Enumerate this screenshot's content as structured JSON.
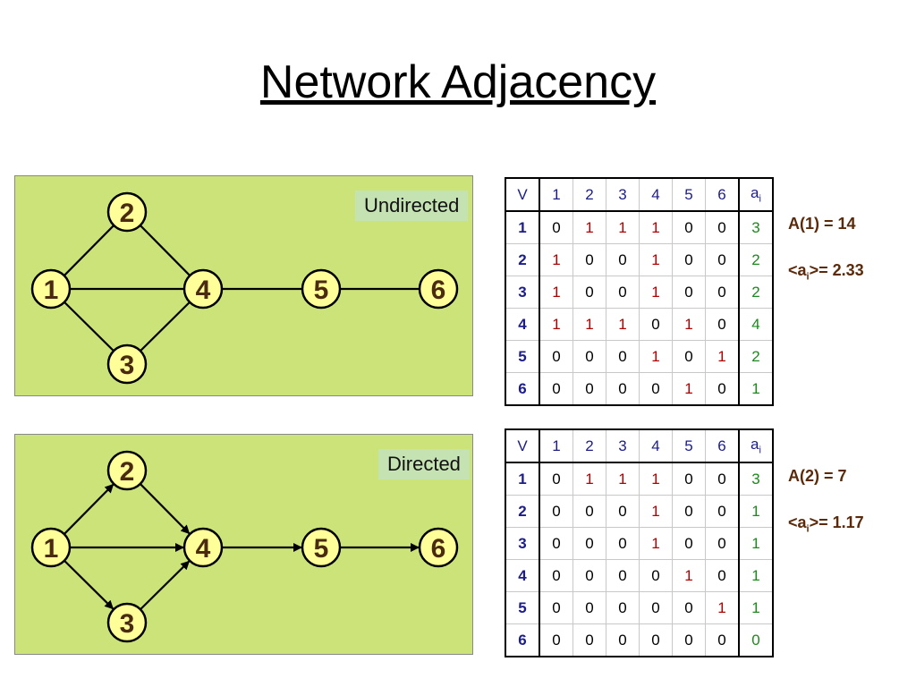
{
  "title": "Network Adjacency",
  "panels": {
    "undirected": {
      "label": "Undirected"
    },
    "directed": {
      "label": "Directed"
    }
  },
  "nodes": [
    "1",
    "2",
    "3",
    "4",
    "5",
    "6"
  ],
  "edges_undirected": [
    [
      "1",
      "2"
    ],
    [
      "1",
      "3"
    ],
    [
      "1",
      "4"
    ],
    [
      "2",
      "4"
    ],
    [
      "3",
      "4"
    ],
    [
      "4",
      "5"
    ],
    [
      "5",
      "6"
    ]
  ],
  "edges_directed": [
    [
      "1",
      "2"
    ],
    [
      "1",
      "3"
    ],
    [
      "1",
      "4"
    ],
    [
      "2",
      "4"
    ],
    [
      "3",
      "4"
    ],
    [
      "4",
      "5"
    ],
    [
      "5",
      "6"
    ]
  ],
  "colors": {
    "panel_bg": "#cce37a",
    "node_fill": "#ffff99",
    "node_text": "#4a2a10",
    "one": "#b00000",
    "zero": "#000000",
    "degree": "#1a8a1a",
    "header": "#1c1c8c"
  },
  "table1": {
    "corner": "V",
    "headers": [
      "1",
      "2",
      "3",
      "4",
      "5",
      "6"
    ],
    "degree_header": "a",
    "degree_sub": "i",
    "rows": [
      {
        "label": "1",
        "values": [
          "0",
          "1",
          "1",
          "1",
          "0",
          "0"
        ],
        "degree": "3"
      },
      {
        "label": "2",
        "values": [
          "1",
          "0",
          "0",
          "1",
          "0",
          "0"
        ],
        "degree": "2"
      },
      {
        "label": "3",
        "values": [
          "1",
          "0",
          "0",
          "1",
          "0",
          "0"
        ],
        "degree": "2"
      },
      {
        "label": "4",
        "values": [
          "1",
          "1",
          "1",
          "0",
          "1",
          "0"
        ],
        "degree": "4"
      },
      {
        "label": "5",
        "values": [
          "0",
          "0",
          "0",
          "1",
          "0",
          "1"
        ],
        "degree": "2"
      },
      {
        "label": "6",
        "values": [
          "0",
          "0",
          "0",
          "0",
          "1",
          "0"
        ],
        "degree": "1"
      }
    ]
  },
  "table2": {
    "corner": "V",
    "headers": [
      "1",
      "2",
      "3",
      "4",
      "5",
      "6"
    ],
    "degree_header": "a",
    "degree_sub": "i",
    "rows": [
      {
        "label": "1",
        "values": [
          "0",
          "1",
          "1",
          "1",
          "0",
          "0"
        ],
        "degree": "3"
      },
      {
        "label": "2",
        "values": [
          "0",
          "0",
          "0",
          "1",
          "0",
          "0"
        ],
        "degree": "1"
      },
      {
        "label": "3",
        "values": [
          "0",
          "0",
          "0",
          "1",
          "0",
          "0"
        ],
        "degree": "1"
      },
      {
        "label": "4",
        "values": [
          "0",
          "0",
          "0",
          "0",
          "1",
          "0"
        ],
        "degree": "1"
      },
      {
        "label": "5",
        "values": [
          "0",
          "0",
          "0",
          "0",
          "0",
          "1"
        ],
        "degree": "1"
      },
      {
        "label": "6",
        "values": [
          "0",
          "0",
          "0",
          "0",
          "0",
          "0"
        ],
        "degree": "0"
      }
    ]
  },
  "stats1": {
    "total": "A(1) = 14",
    "avg_prefix": "<a",
    "avg_sub": "i",
    "avg_suffix": ">= 2.33"
  },
  "stats2": {
    "total": "A(2) = 7",
    "avg_prefix": "<a",
    "avg_sub": "i",
    "avg_suffix": ">= 1.17"
  }
}
